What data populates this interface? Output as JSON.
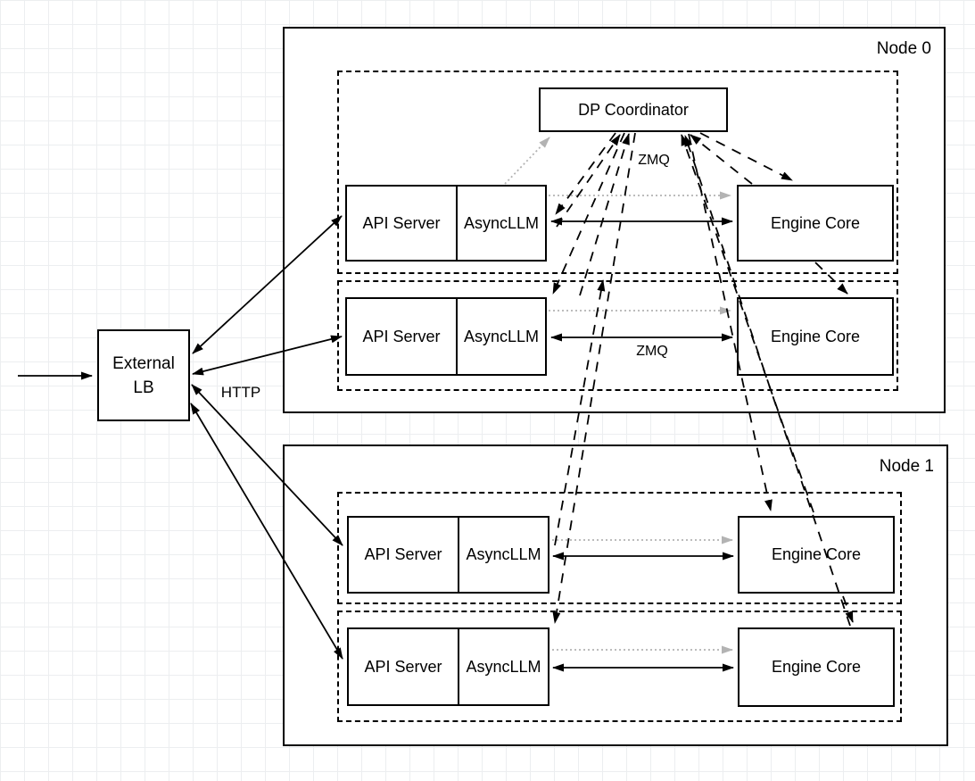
{
  "diagram": {
    "external_lb": {
      "line1": "External",
      "line2": "LB"
    },
    "edge_labels": {
      "http": "HTTP",
      "zmq_coordinator": "ZMQ",
      "zmq_engine": "ZMQ"
    },
    "node0": {
      "label": "Node 0",
      "dp_coordinator": "DP Coordinator",
      "rows": [
        {
          "api": "API Server",
          "async": "AsyncLLM",
          "engine": "Engine Core"
        },
        {
          "api": "API Server",
          "async": "AsyncLLM",
          "engine": "Engine Core"
        }
      ]
    },
    "node1": {
      "label": "Node 1",
      "rows": [
        {
          "api": "API Server",
          "async": "AsyncLLM",
          "engine": "Engine Core"
        },
        {
          "api": "API Server",
          "async": "AsyncLLM",
          "engine": "Engine Core"
        }
      ]
    },
    "colors": {
      "stroke": "#000000",
      "dotted_arrow": "#b3b3b3",
      "grid_line": "#eceef0",
      "box_fill": "#ffffff"
    }
  }
}
